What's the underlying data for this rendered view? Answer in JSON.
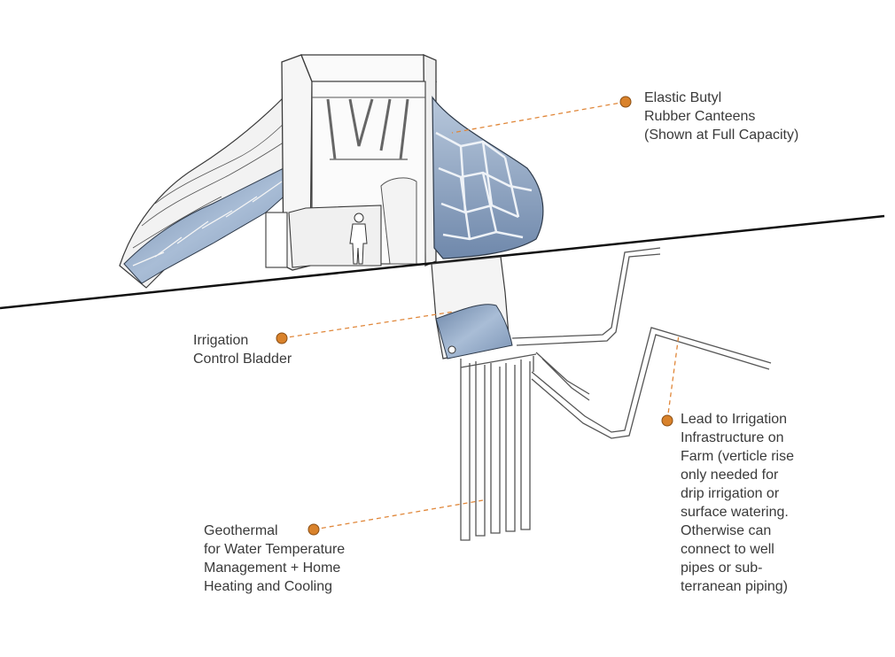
{
  "colors": {
    "callout_dot": "#d9822b",
    "callout_line": "#e0873a",
    "ground_line": "#111111",
    "bladder_blue": "#8fa8c8",
    "structure_white": "#f4f4f4",
    "outline": "#3a3a3a"
  },
  "labels": {
    "elastic": [
      "Elastic Butyl",
      "Rubber Canteens",
      "(Shown at Full Capacity)"
    ],
    "bladder": [
      "Irrigation",
      "Control Bladder"
    ],
    "geothermal": [
      "Geothermal",
      "for Water Temperature",
      "Management + Home",
      "Heating and Cooling"
    ],
    "lead": [
      "Lead to Irrigation",
      "Infrastructure on",
      "Farm (verticle rise",
      "only needed for",
      "drip irrigation or",
      "surface watering.",
      "Otherwise can",
      "connect to well",
      "pipes or sub-",
      "terranean piping)"
    ]
  }
}
